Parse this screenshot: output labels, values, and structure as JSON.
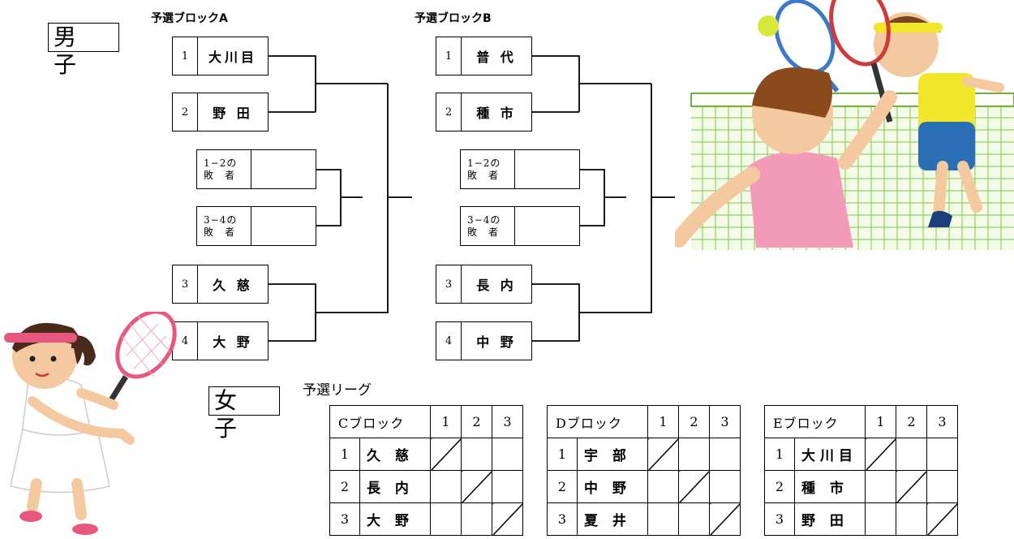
{
  "boys": {
    "label": "男　子",
    "blockA": {
      "title": "予選ブロックA",
      "entries": [
        {
          "num": "1",
          "name": "大川目"
        },
        {
          "num": "2",
          "name": "野 田"
        },
        {
          "num": "3",
          "name": "久 慈"
        },
        {
          "num": "4",
          "name": "大 野"
        }
      ],
      "losers": [
        {
          "line1": "1−2の",
          "line2": "敗　者"
        },
        {
          "line1": "3−4の",
          "line2": "敗　者"
        }
      ]
    },
    "blockB": {
      "title": "予選ブロックB",
      "entries": [
        {
          "num": "1",
          "name": "普 代"
        },
        {
          "num": "2",
          "name": "種 市"
        },
        {
          "num": "3",
          "name": "長 内"
        },
        {
          "num": "4",
          "name": "中 野"
        }
      ],
      "losers": [
        {
          "line1": "1−2の",
          "line2": "敗　者"
        },
        {
          "line1": "3−4の",
          "line2": "敗　者"
        }
      ]
    }
  },
  "girls": {
    "label": "女　子",
    "league_title": "予選リーグ",
    "blocks": [
      {
        "title": "Cブロック",
        "cols": [
          "1",
          "2",
          "3"
        ],
        "rows": [
          {
            "num": "1",
            "name": "久 慈"
          },
          {
            "num": "2",
            "name": "長 内"
          },
          {
            "num": "3",
            "name": "大 野"
          }
        ]
      },
      {
        "title": "Dブロック",
        "cols": [
          "1",
          "2",
          "3"
        ],
        "rows": [
          {
            "num": "1",
            "name": "宇 部"
          },
          {
            "num": "2",
            "name": "中 野"
          },
          {
            "num": "3",
            "name": "夏 井"
          }
        ]
      },
      {
        "title": "Eブロック",
        "cols": [
          "1",
          "2",
          "3"
        ],
        "rows": [
          {
            "num": "1",
            "name": "大川目"
          },
          {
            "num": "2",
            "name": "種 市"
          },
          {
            "num": "3",
            "name": "野 田"
          }
        ]
      }
    ]
  },
  "illustrations": [
    {
      "name": "boys-tennis-illustration"
    },
    {
      "name": "girl-tennis-illustration"
    }
  ]
}
